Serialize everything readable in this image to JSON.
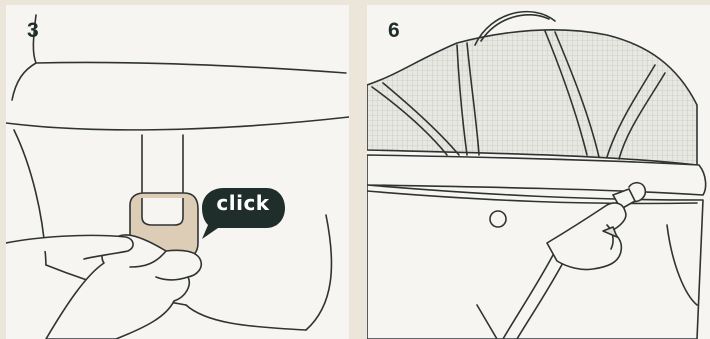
{
  "steps": [
    {
      "number": "3",
      "bubble_text": "click",
      "scene": "strap-buckle-attach"
    },
    {
      "number": "6",
      "scene": "bassinet-hook-attach"
    }
  ],
  "colors": {
    "background": "#ece5da",
    "panel": "#f6f5f1",
    "line": "#2f3432",
    "buckle_fill": "#ddcdb6",
    "bubble_fill": "#1f2e2b",
    "mesh_fill": "#e2e2dd"
  }
}
